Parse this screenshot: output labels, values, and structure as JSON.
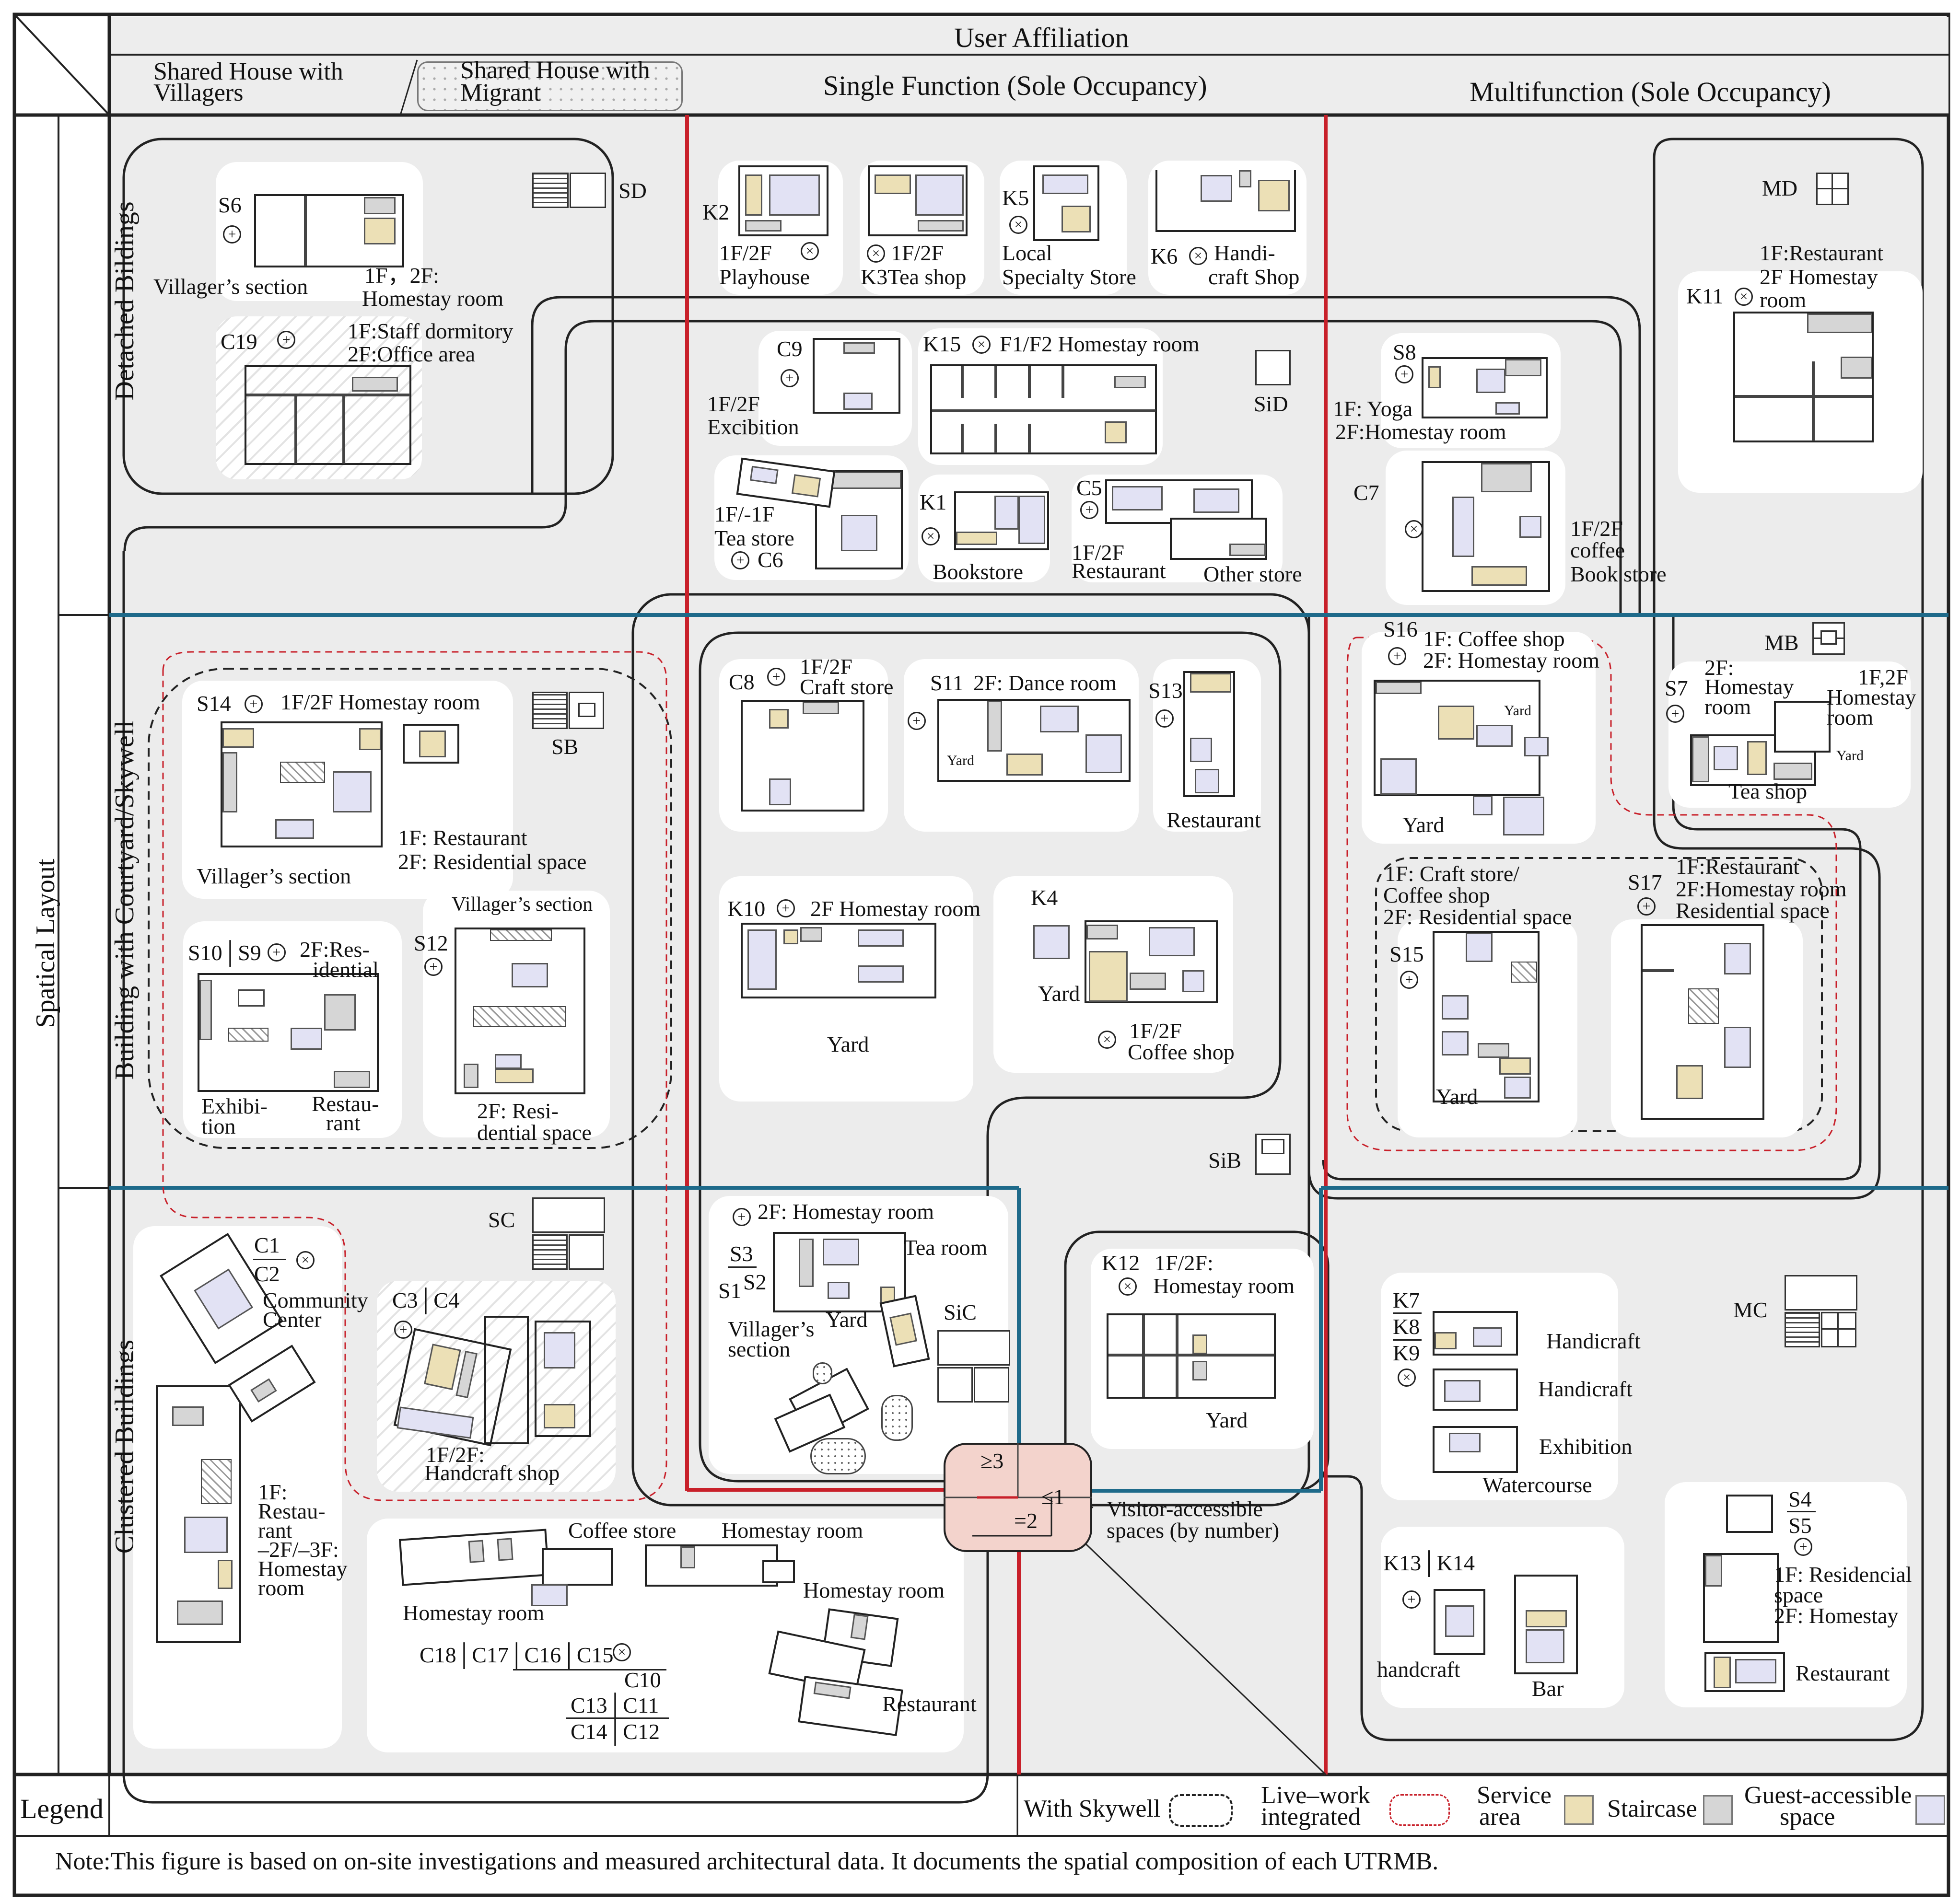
{
  "header": {
    "title": "User Affiliation",
    "col_shared_villagers": "Shared House with Villagers",
    "col_shared_migrant": "Shared House with Migrant",
    "col_single": "Single Function (Sole Occupancy)",
    "col_multi": "Multifunction (Sole Occupancy)"
  },
  "side": {
    "spatial_layout": "Spatical Layout",
    "row_detached": "Detached Bildings",
    "row_courtyard": "Building with Courtyard/Skywell",
    "row_clustered": "Clustered Buildings"
  },
  "type_codes": {
    "SD": "SD",
    "MD": "MD",
    "SiD": "SiD",
    "SB": "SB",
    "MB": "MB",
    "SiB": "SiB",
    "SC": "SC",
    "MC": "MC",
    "SiC": "SiC"
  },
  "cells": {
    "s6": {
      "code": "S6",
      "label": "Villager’s section",
      "floors": "1F，2F:",
      "use": "Homestay room"
    },
    "c19": {
      "code": "C19",
      "line1": "1F:Staff dormitory",
      "line2": "2F:Office area"
    },
    "k2": {
      "code": "K2",
      "line1": "1F/2F",
      "line2": "Playhouse"
    },
    "k3": {
      "line1": "1F/2F",
      "line2": "K3Tea shop"
    },
    "k5": {
      "code": "K5",
      "line1": "Local",
      "line2": "Specialty Store"
    },
    "k6": {
      "code": "K6",
      "line1": "Handi-",
      "line2": "craft Shop"
    },
    "c9": {
      "code": "C9",
      "line1": "1F/2F",
      "line2": "Excibition"
    },
    "k15": {
      "code": "K15",
      "label": "F1/F2 Homestay room"
    },
    "c6": {
      "line1": "1F/-1F",
      "line2": "Tea store",
      "code": "C6"
    },
    "k1": {
      "code": "K1",
      "label": "Bookstore"
    },
    "c5": {
      "code": "C5",
      "line1": "1F/2F",
      "line2": "Restaurant",
      "other": "Other store"
    },
    "s8": {
      "code": "S8",
      "line1": "1F:  Yoga",
      "line2": "2F:Homestay room"
    },
    "c7": {
      "code": "C7",
      "line1": "1F/2F",
      "line2": "coffee",
      "line3": "Book store"
    },
    "k11": {
      "code": "K11",
      "line1": "1F:Restaurant",
      "line2": "2F Homestay",
      "line3": "room"
    },
    "s14": {
      "code": "S14",
      "label": "1F/2F Homestay room",
      "villager": "Villager’s section",
      "f1": "1F:   Restaurant",
      "f2": "2F:   Residential space"
    },
    "s10s9": {
      "code": "S10│S9",
      "line1": "2F:Res-",
      "line2": "idential",
      "exhibi": "Exhibi-",
      "tion": "tion",
      "restau": "Restau-",
      "rant": "rant"
    },
    "s12": {
      "code": "S12",
      "villager": "Villager’s section",
      "line1": "2F:  Resi-",
      "line2": "dential space"
    },
    "c8": {
      "code": "C8",
      "line1": "1F/2F",
      "line2": "Craft store"
    },
    "s11": {
      "code": "S11",
      "label": "2F:  Dance room",
      "yard": "Yard"
    },
    "s13": {
      "code": "S13",
      "label": "Restaurant"
    },
    "k10": {
      "code": "K10",
      "label": "2F Homestay room",
      "yard": "Yard"
    },
    "k4": {
      "code": "K4",
      "yard": "Yard",
      "line1": "1F/2F",
      "line2": "Coffee shop"
    },
    "s16": {
      "code": "S16",
      "line1": "1F:  Coffee shop",
      "line2": "2F:  Homestay room",
      "yard": "Yard",
      "yard2": "Yard"
    },
    "s7": {
      "code": "S7",
      "line1": "2F:",
      "line2": "Homestay",
      "line3": "room",
      "right1": "1F,2F",
      "right2": "Homestay",
      "right3": "room",
      "yard": "Yard",
      "tea": "Tea shop"
    },
    "s15": {
      "code": "S15",
      "line1": "1F:  Craft store/",
      "line2": "Coffee shop",
      "line3": "2F:   Residential space",
      "yard": "Yard"
    },
    "s17": {
      "code": "S17",
      "line1": "1F:Restaurant",
      "line2": "2F:Homestay room",
      "line3": "Residential space"
    },
    "c1c2": {
      "c1": "C1",
      "c2": "C2",
      "line1": "Community",
      "line2": "Center",
      "f1": "1F:",
      "f2": "Restau-",
      "f3": "rant",
      "f4": "–2F/–3F:",
      "f5": "Homestay",
      "f6": "room"
    },
    "c3c4": {
      "code": "C3│C4",
      "line1": "1F/2F:",
      "line2": "Handcraft shop"
    },
    "c15_18": {
      "coffee": "Coffee store",
      "homestay1": "Homestay room",
      "homestay2": "Homestay room",
      "homestay3": "Homestay room",
      "restaurant": "Restaurant",
      "row1": "C18│C17│C16│C15",
      "c10": "C10",
      "row2": "C13│C11",
      "row3": "C14│C12"
    },
    "s1_s3": {
      "line": "2F: Homestay room",
      "tea": "Tea room",
      "s3": "S3",
      "s1": "S1",
      "s2": "S2",
      "villager1": "Villager’s",
      "villager2": "section",
      "yard": "Yard"
    },
    "k12": {
      "code": "K12",
      "line1": "1F/2F:",
      "line2": "Homestay room",
      "yard": "Yard"
    },
    "k7_k9": {
      "k7": "K7",
      "k8": "K8",
      "k9": "K9",
      "h1": "Handicraft",
      "h2": "Handicraft",
      "ex": "Exhibition",
      "water": "Watercourse"
    },
    "k13k14": {
      "code": "K13│K14",
      "handcraft": "handcraft",
      "bar": "Bar"
    },
    "s4s5": {
      "s4": "S4",
      "s5": "S5",
      "line1": "1F: Residencial",
      "line2": "space",
      "line3": "2F: Homestay",
      "rest": "Restaurant"
    }
  },
  "visitor": {
    "ge3": "≥3",
    "le1": "≤1",
    "eq2": "=2",
    "label1": "Visitor-accessible",
    "label2": "spaces (by number)"
  },
  "legend": {
    "title": "Legend",
    "skywell": "With Skywell",
    "livework1": "Live–work",
    "livework2": "integrated",
    "service1": "Service",
    "service2": "area",
    "staircase": "Staircase",
    "guest1": "Guest-accessible",
    "guest2": "space"
  },
  "note": "Note:This figure is based on on-site investigations and measured architectural data. It documents the spatial composition of each UTRMB.",
  "colors": {
    "red_line": "#c8202a",
    "blue_line": "#1e6a8a",
    "panel_grey": "#ececec",
    "staircase": "#ece0b6",
    "guest": "#e2e2f4",
    "service": "#d6d6d6",
    "visitor": "#f3d3cc"
  }
}
